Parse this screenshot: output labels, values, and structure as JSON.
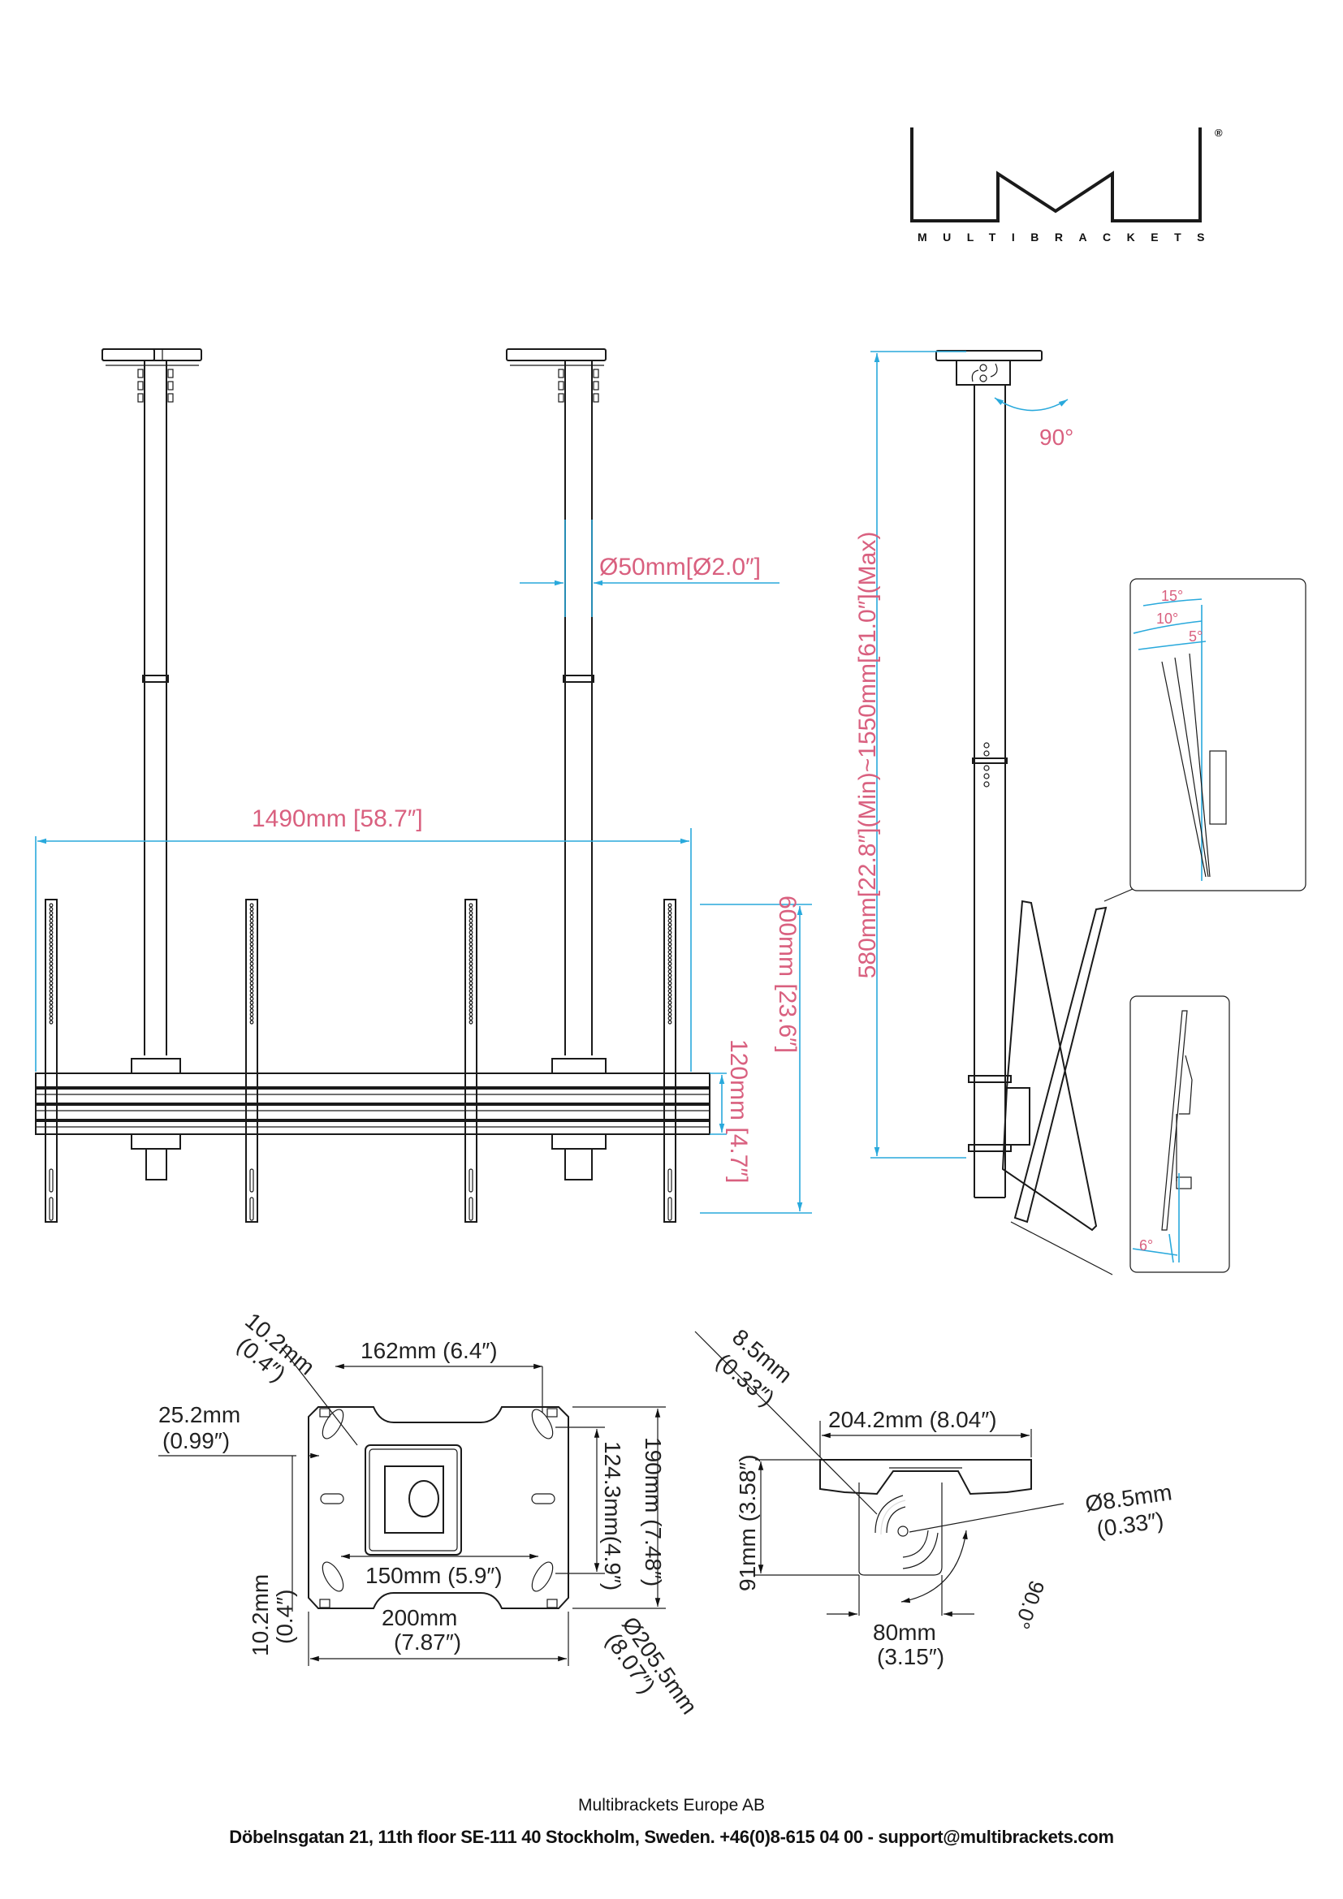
{
  "brand": {
    "logo_text": "MULTIBRACKETS",
    "registered_mark": "®"
  },
  "colors": {
    "dimension_text": "#d9607f",
    "dimension_lines": "#29a9dc",
    "drawing_lines": "#1a1a1a"
  },
  "front_view": {
    "pole_diameter": "Ø50mm[Ø2.0″]",
    "total_width": "1490mm [58.7″]",
    "bar_height": "120mm [4.7″]",
    "bracket_height": "600mm [23.6″]"
  },
  "side_view": {
    "pole_length": "580mm[22.8″](Min)~1550mm[61.0″](Max)",
    "rotation": "90°",
    "tilt_detail": {
      "angle_15": "15°",
      "angle_10": "10°",
      "angle_5": "5°"
    },
    "tilt_forward": "6°"
  },
  "ceiling_plate_top": {
    "slot_diag_mm": "10.2mm",
    "slot_diag_in": "(0.4″)",
    "width_162": "162mm (6.4″)",
    "offset_mm": "25.2mm",
    "offset_in": "(0.99″)",
    "slot_v_mm": "10.2mm",
    "slot_v_in": "(0.4″)",
    "holes_124": "124.3mm(4.9″)",
    "height_190": "190mm  (7.48″)",
    "holes_150": "150mm (5.9″)",
    "width_mm": "200mm",
    "width_in": "(7.87″)",
    "diameter_mm": "Ø205.5mm",
    "diameter_in": "(8.07″)"
  },
  "ceiling_plate_side": {
    "slot_mm": "8.5mm",
    "slot_in": "(0.33″)",
    "width_204": "204.2mm (8.04″)",
    "height_91": "91mm (3.58″)",
    "hole_mm": "Ø8.5mm",
    "hole_in": "(0.33″)",
    "rotation": "90.0°",
    "width_mm": "80mm",
    "width_in": "(3.15″)"
  },
  "footer": {
    "company": "Multibrackets Europe AB",
    "address": "Döbelnsgatan 21, 11th floor SE-111 40 Stockholm, Sweden. +46(0)8-615 04 00 - support@multibrackets.com"
  }
}
